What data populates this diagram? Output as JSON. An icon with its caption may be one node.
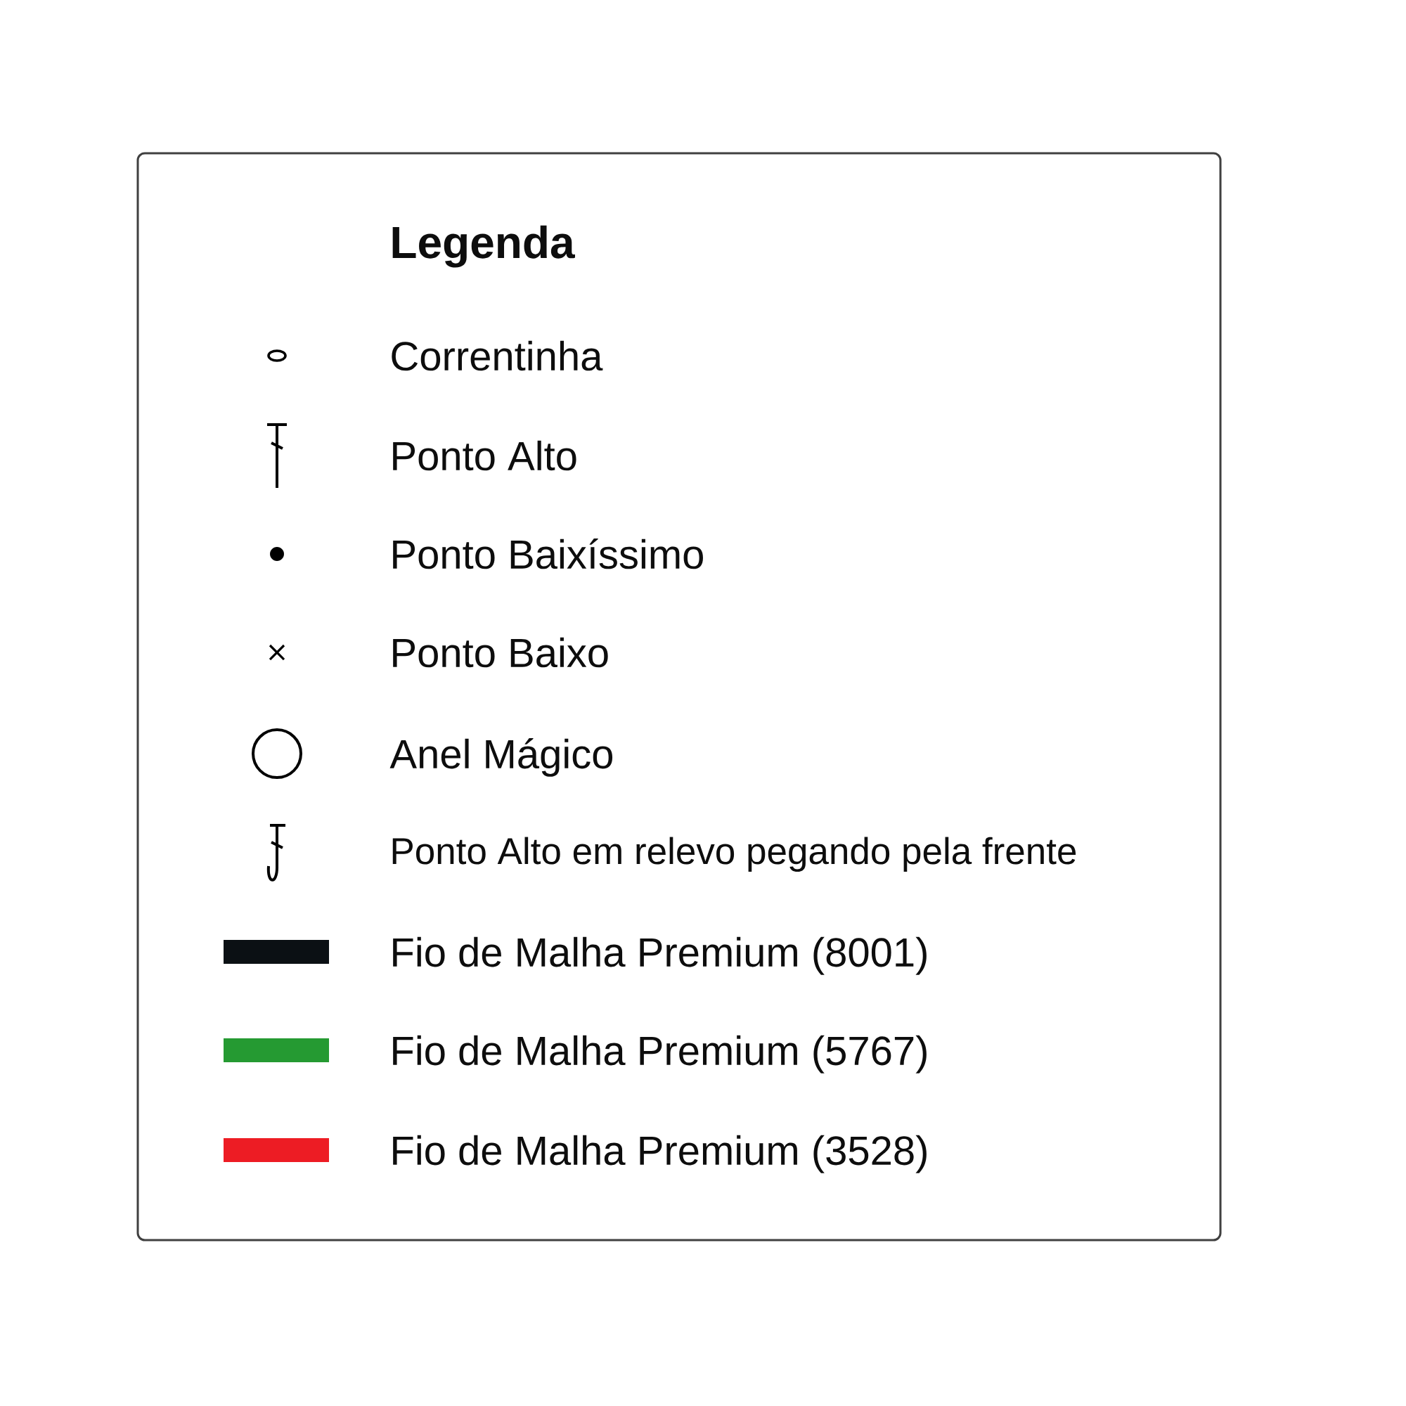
{
  "diagram": {
    "title": "Legenda",
    "legend": [
      {
        "text": "Correntinha"
      },
      {
        "text": "Ponto Alto"
      },
      {
        "text": "Ponto Baixíssimo"
      },
      {
        "text": "Ponto Baixo"
      },
      {
        "text": "Anel Mágico"
      },
      {
        "text": "Ponto Alto em relevo pegando pela frente"
      },
      {
        "text": "Fio de Malha Premium (8001)",
        "color": "#0b1014"
      },
      {
        "text": "Fio de Malha Premium (5767)",
        "color": "#259a32"
      },
      {
        "text": "Fio de Malha Premium (3528)",
        "color": "#ed1c24"
      }
    ]
  }
}
